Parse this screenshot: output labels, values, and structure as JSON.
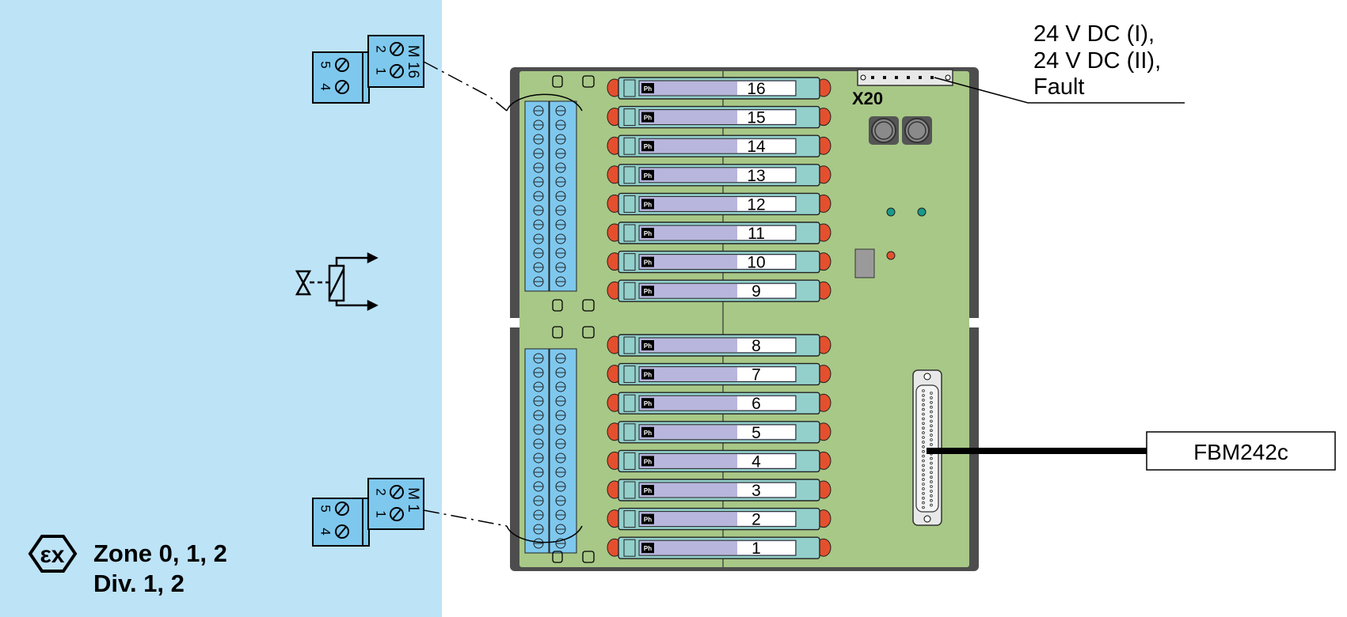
{
  "hazard_zone": {
    "background": "#bde3f7",
    "label_zone": "Zone 0, 1, 2",
    "label_div": "Div. 1, 2",
    "ex_symbol": "εx"
  },
  "field_terminals": {
    "top": {
      "channel_label": "M 16",
      "pins_front": [
        "2",
        "1"
      ],
      "pins_back": [
        "5",
        "4"
      ]
    },
    "bottom": {
      "channel_label": "M 1",
      "pins_front": [
        "2",
        "1"
      ],
      "pins_back": [
        "5",
        "4"
      ]
    }
  },
  "field_device": {
    "icon": "valve-positioner-icon"
  },
  "board": {
    "color": "#a8c887",
    "frame_color": "#4d4d4d",
    "modules": [
      "16",
      "15",
      "14",
      "13",
      "12",
      "11",
      "10",
      "9",
      "8",
      "7",
      "6",
      "5",
      "4",
      "3",
      "2",
      "1"
    ],
    "module_logo": "Ph",
    "power_connector_label": "X20",
    "led_colors": {
      "status_a": "#1a9a8a",
      "status_b": "#1a9a8a",
      "fault": "#e4502e"
    }
  },
  "callouts": {
    "power": [
      "24 V DC (I),",
      "24 V DC (II),",
      "Fault"
    ],
    "system_cable_target": "FBM242c"
  },
  "colors": {
    "module_body": "#93d0cc",
    "module_label": "#b8b6dc",
    "module_led": "#e4502e",
    "terminal_blue": "#7ec8ee"
  }
}
